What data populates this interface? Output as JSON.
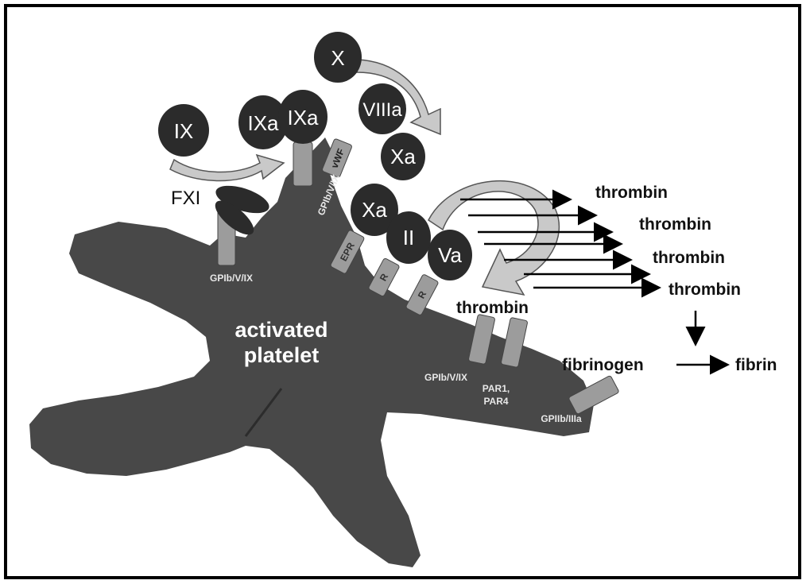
{
  "colors": {
    "platelet": "#484848",
    "factor": "#2b2b2b",
    "receptor": "#9c9c9c",
    "arrow_block": "#c9c9c9",
    "outline": "#000000"
  },
  "factors": {
    "x": "X",
    "viiia": "VIIIa",
    "ix": "IX",
    "ixa_1": "IXa",
    "ixa_2": "IXa",
    "xa_free": "Xa",
    "xa_bound": "Xa",
    "ii": "II",
    "va": "Va"
  },
  "fxi_label": "FXI",
  "platelet_label": [
    "activated",
    "platelet"
  ],
  "receptors": {
    "gpib_left": "GPIb/V/IX",
    "gpib_vertical": "GPIb/V/IX",
    "vwf": "vWF",
    "epr": "EPR",
    "r1": "R",
    "r2": "R",
    "gpib_bottom": "GPIb/V/IX",
    "par": [
      "PAR1,",
      "PAR4"
    ],
    "gpiib": "GPIIb/IIIa"
  },
  "products": {
    "thrombin_1": "thrombin",
    "thrombin_2": "thrombin",
    "thrombin_3": "thrombin",
    "thrombin_4": "thrombin",
    "thrombin_bound": "thrombin",
    "fibrinogen": "fibrinogen",
    "fibrin": "fibrin"
  }
}
